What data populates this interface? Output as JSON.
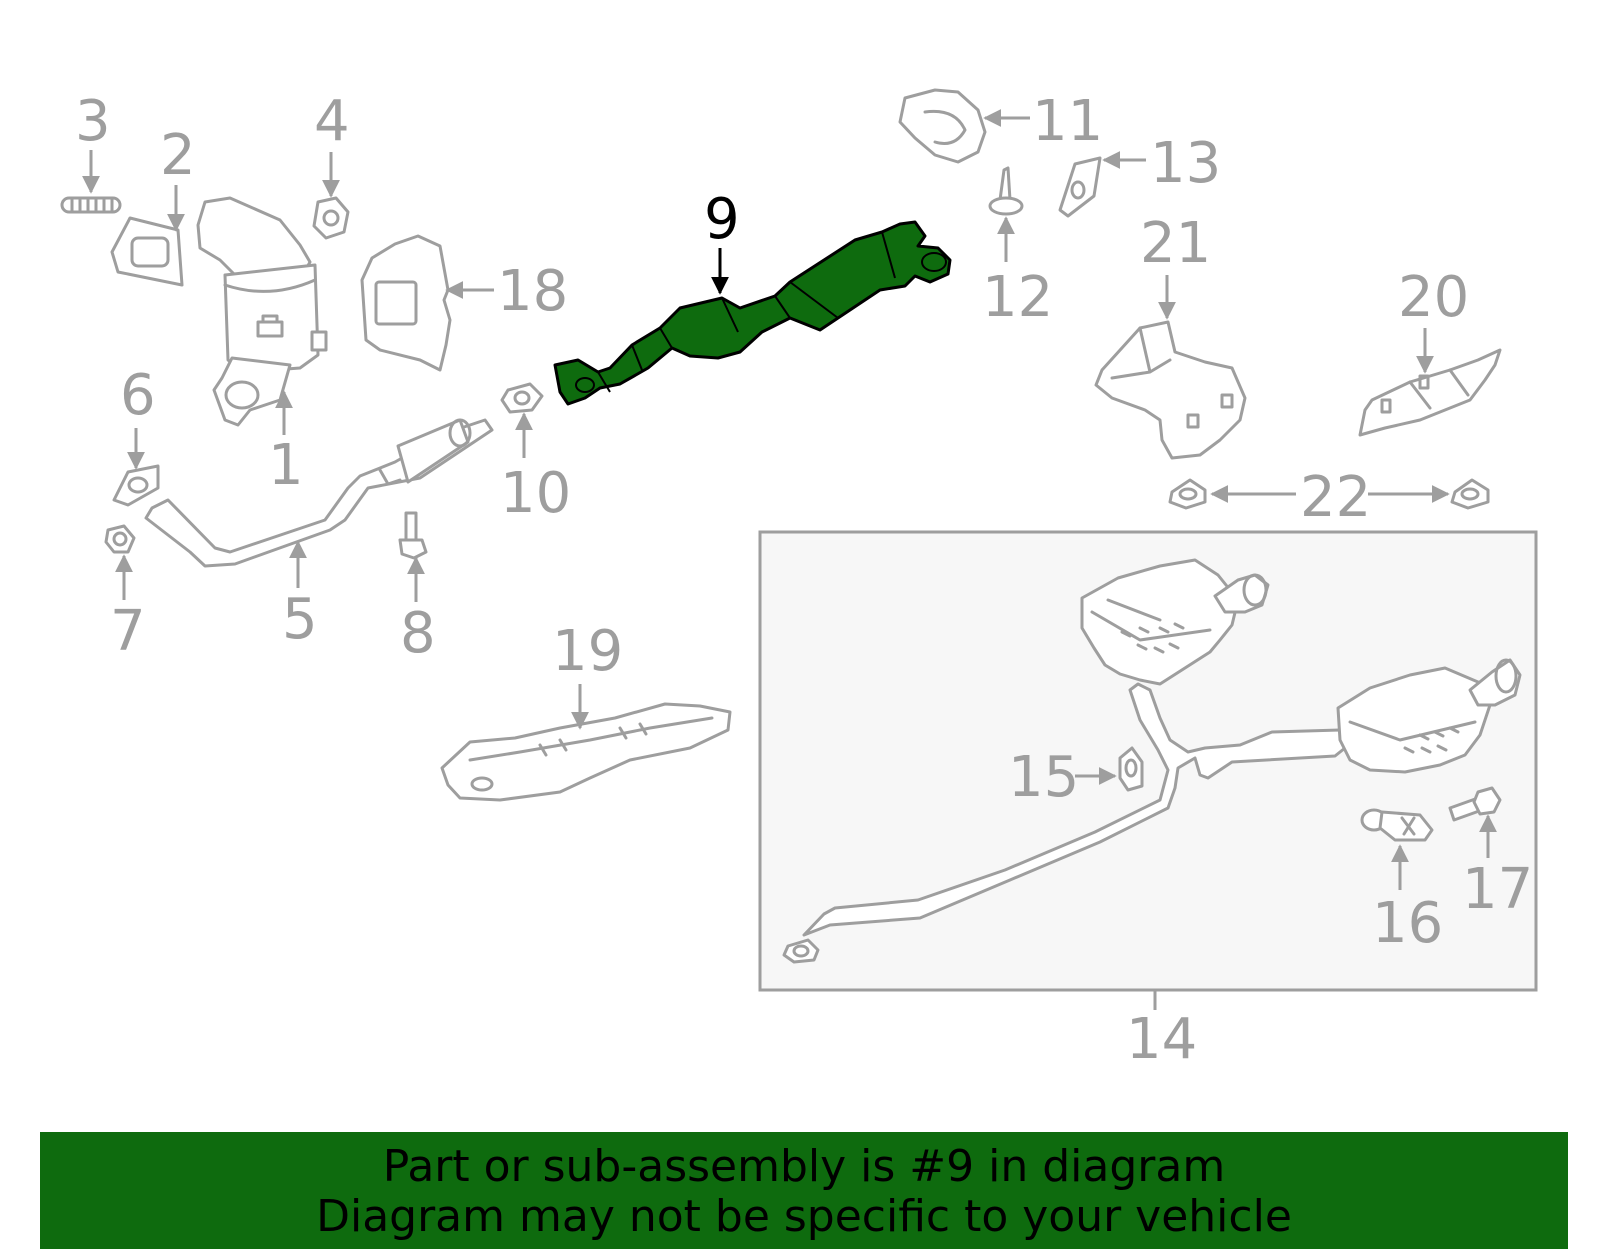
{
  "diagram": {
    "highlight_color": "#0e6b0e",
    "callouts": {
      "c1": "1",
      "c2": "2",
      "c3": "3",
      "c4": "4",
      "c5": "5",
      "c6": "6",
      "c7": "7",
      "c8": "8",
      "c9": "9",
      "c10": "10",
      "c11": "11",
      "c12": "12",
      "c13": "13",
      "c14": "14",
      "c15": "15",
      "c16": "16",
      "c17": "17",
      "c18": "18",
      "c19": "19",
      "c20": "20",
      "c21": "21",
      "c22": "22"
    },
    "highlighted_part": "9"
  },
  "footer": {
    "line1": "Part or sub-assembly is #9 in diagram",
    "line2": "Diagram may not be specific to your vehicle",
    "background": "#0e6b0e"
  }
}
